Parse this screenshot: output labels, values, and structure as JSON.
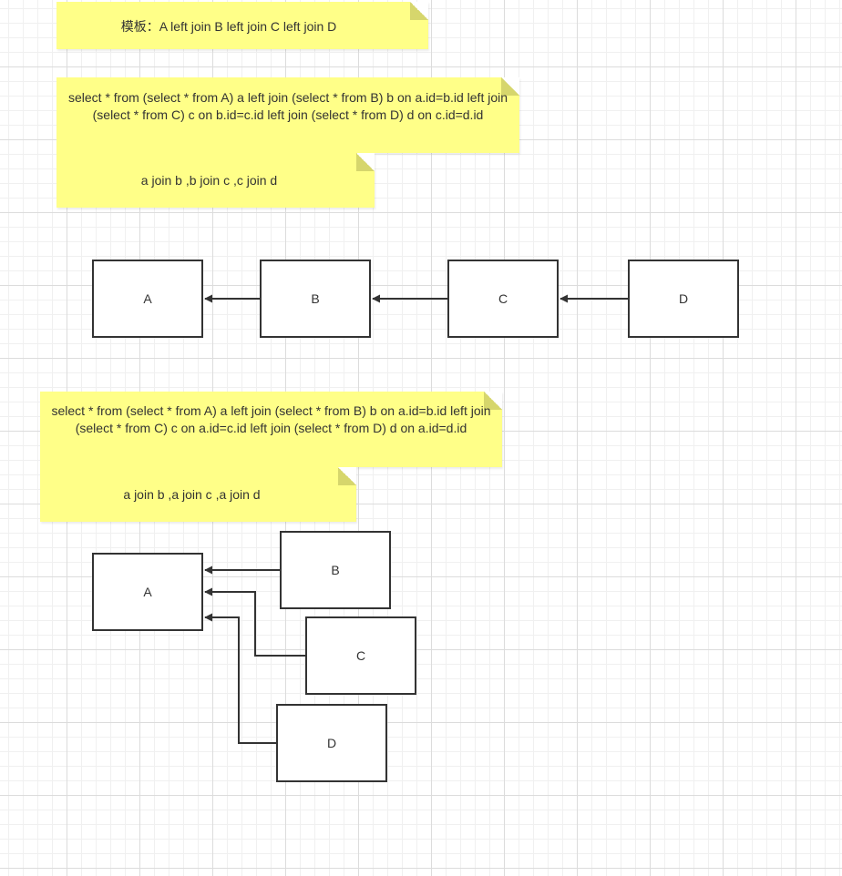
{
  "notes": {
    "template": "模板：A left join B left join C left join D",
    "query1": "select * from (select * from A) a left join (select * from B) b on a.id=b.id left join (select * from C) c on b.id=c.id left join (select * from D) d on c.id=d.id",
    "joins1": "a join b ,b join c ,c join d",
    "query2": "select * from (select * from A) a left join (select * from B) b on a.id=b.id left join (select * from C) c on a.id=c.id left join (select * from D) d on a.id=d.id",
    "joins2": "a join b ,a join c ,a join d"
  },
  "diagram1": {
    "a": "A",
    "b": "B",
    "c": "C",
    "d": "D"
  },
  "diagram2": {
    "a": "A",
    "b": "B",
    "c": "C",
    "d": "D"
  }
}
